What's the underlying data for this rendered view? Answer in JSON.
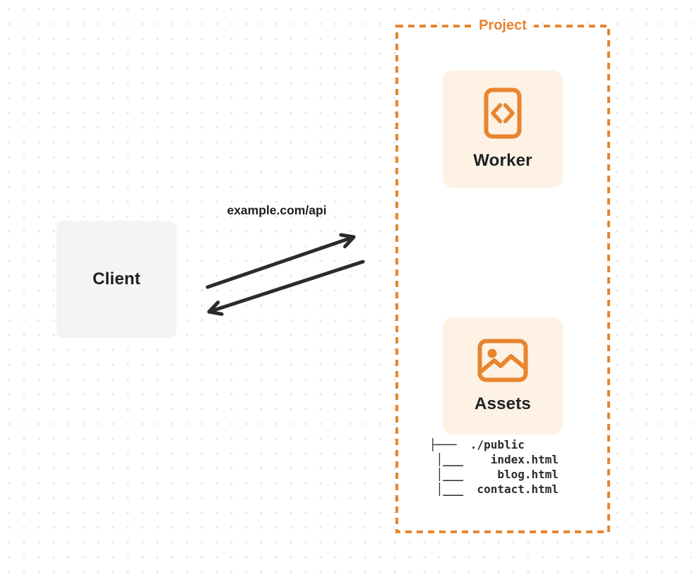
{
  "colors": {
    "accent_orange": "#e8822f",
    "node_cream_fill": "#fdf2e4",
    "client_fill": "#f4f4f5",
    "ink": "#1e1e1e",
    "arrow_stroke": "#2b2b2b",
    "dot_grid": "#e7e7e7"
  },
  "client_node": {
    "label": "Client"
  },
  "request_arrow": {
    "label": "example.com/api",
    "direction": "bidirectional"
  },
  "project_group": {
    "label": "Project",
    "worker_node": {
      "label": "Worker",
      "icon": "code-document-icon"
    },
    "assets_node": {
      "label": "Assets",
      "icon": "image-icon"
    },
    "file_tree": {
      "text": "├───  ./public\n │___    index.html\n │___     blog.html\n │___  contact.html",
      "root": "./public",
      "files": [
        "index.html",
        "blog.html",
        "contact.html"
      ]
    }
  }
}
